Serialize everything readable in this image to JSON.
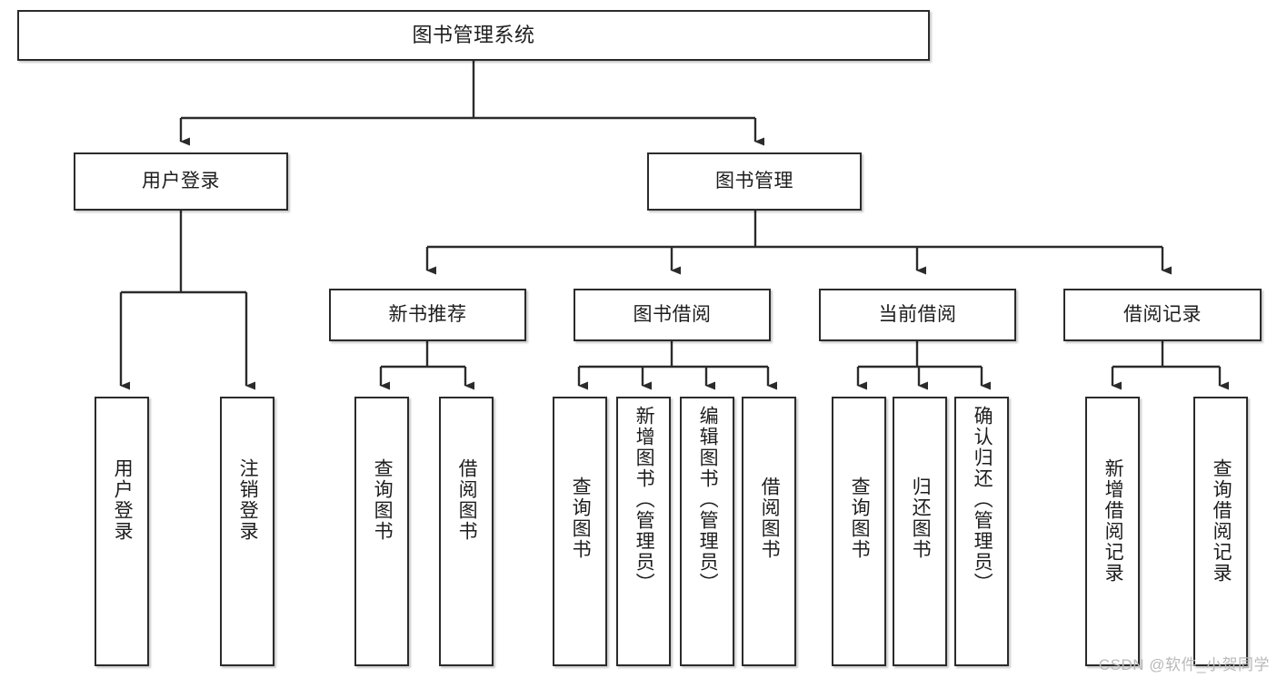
{
  "diagram": {
    "type": "tree-hierarchy",
    "title": "图书管理系统",
    "colors": {
      "box_border": "#2b2b2b",
      "box_fill": "#ffffff",
      "connector": "#2b2b2b",
      "text": "#1d1d1d",
      "watermark": "#b9b9b9",
      "canvas": "#ffffff"
    },
    "root": {
      "label": "图书管理系统"
    },
    "level2": [
      {
        "label": "用户登录"
      },
      {
        "label": "图书管理"
      }
    ],
    "level3": [
      {
        "label": "新书推荐"
      },
      {
        "label": "图书借阅"
      },
      {
        "label": "当前借阅"
      },
      {
        "label": "借阅记录"
      }
    ],
    "leaves": {
      "user_login": [
        {
          "label": "用户登录"
        },
        {
          "label": "注销登录"
        }
      ],
      "new_book_recommend": [
        {
          "label": "查询图书"
        },
        {
          "label": "借阅图书"
        }
      ],
      "book_borrow": [
        {
          "label": "查询图书"
        },
        {
          "label": "新增图书（管理员）"
        },
        {
          "label": "编辑图书（管理员）"
        },
        {
          "label": "借阅图书"
        }
      ],
      "current_borrow": [
        {
          "label": "查询图书"
        },
        {
          "label": "归还图书"
        },
        {
          "label": "确认归还（管理员）"
        }
      ],
      "borrow_record": [
        {
          "label": "新增借阅记录"
        },
        {
          "label": "查询借阅记录"
        }
      ]
    },
    "watermark": "CSDN @软件_小贺同学"
  }
}
